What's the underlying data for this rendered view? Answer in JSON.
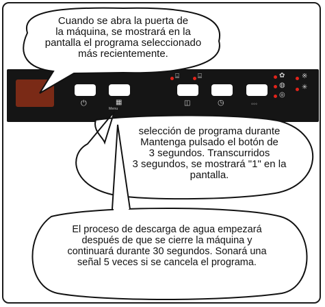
{
  "callouts": {
    "top": [
      "Cuando se abra la puerta de",
      "la máquina, se mostrará en la",
      "pantalla el programa seleccionado",
      "más recientemente."
    ],
    "middle": [
      "selección de programa durante",
      "Mantenga pulsado el botón de",
      "3 segundos. Transcurridos",
      "3 segundos, se mostrará \"1\" en la",
      "pantalla."
    ],
    "bottom": [
      "El proceso de descarga de agua empezará",
      "después de que se cierre la máquina y",
      "continuará durante 30 segundos. Sonará una",
      "señal 5 veces si se cancela el programa."
    ]
  },
  "panel": {
    "program_label": "Menu",
    "dots_label": "◦◦◦"
  },
  "colors": {
    "panel": "#151515",
    "display": "#7a2a16",
    "led": "#e2231a"
  },
  "icons": [
    "power-icon",
    "program-icon",
    "half-load-icon",
    "clock-icon",
    "options-icon",
    "cup-icon",
    "dry-icon",
    "rinse-icon",
    "wash-icon",
    "timer-icon",
    "salt-icon"
  ]
}
